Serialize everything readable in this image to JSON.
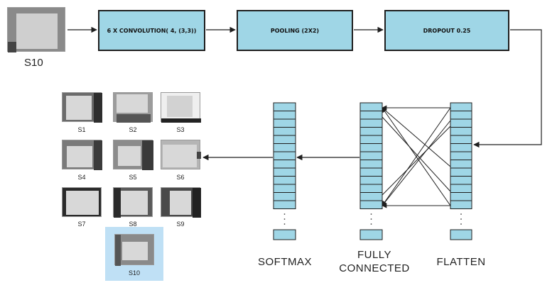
{
  "top_row": {
    "input_label": "S10",
    "blocks": [
      {
        "label": "6 X CONVOLUTION( 4, (3,3))"
      },
      {
        "label": "POOLING (2X2)"
      },
      {
        "label": "DROPOUT 0.25"
      }
    ]
  },
  "layers": {
    "softmax": "SOFTMAX",
    "fully_connected": "FULLY\nCONNECTED",
    "flatten": "FLATTEN"
  },
  "outputs": {
    "items": [
      {
        "label": "S1"
      },
      {
        "label": "S2"
      },
      {
        "label": "S3"
      },
      {
        "label": "S4"
      },
      {
        "label": "S5"
      },
      {
        "label": "S6"
      },
      {
        "label": "S7"
      },
      {
        "label": "S8"
      },
      {
        "label": "S9"
      }
    ],
    "selected": {
      "label": "S10"
    }
  },
  "colors": {
    "block_fill": "#9fd6e6",
    "stroke": "#1f1f1f",
    "selection": "#bfe0f5"
  }
}
